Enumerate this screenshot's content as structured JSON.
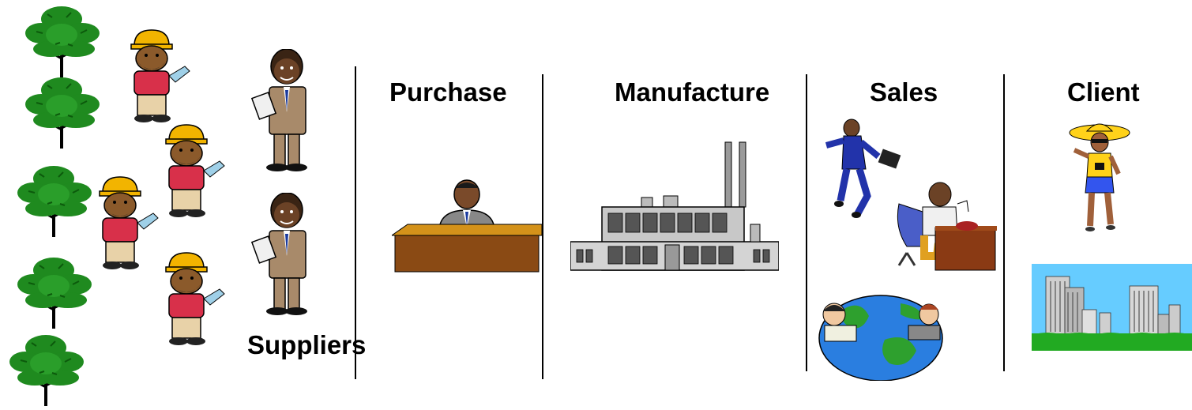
{
  "stages": {
    "suppliers": "Suppliers",
    "purchase": "Purchase",
    "manufacture": "Manufacture",
    "sales": "Sales",
    "client": "Client"
  },
  "colors": {
    "tree_leaf": "#1f8a1f",
    "trunk": "#000000",
    "worker_shirt": "#d8304a",
    "hard_hat": "#f2b400",
    "suit": "#a88a6a",
    "desk_top": "#d4921a",
    "desk_front": "#8a4a14",
    "factory": "#c8c8c8",
    "globe_ocean": "#2a7ee0",
    "globe_land": "#2ea02e",
    "sky": "#66ccff",
    "grass": "#22aa22"
  }
}
